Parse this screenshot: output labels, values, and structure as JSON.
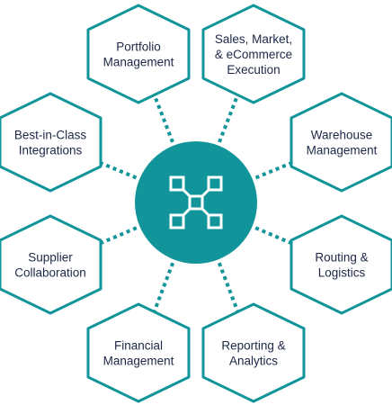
{
  "colors": {
    "accent": "#12959a",
    "text": "#1d2746",
    "background": "#ffffff",
    "icon": "#ffffff"
  },
  "hub": {
    "icon": "network-nodes-icon"
  },
  "nodes": [
    {
      "id": "portfolio-management",
      "lines": [
        "Portfolio",
        "Management"
      ]
    },
    {
      "id": "sales-market-ecommerce-execution",
      "lines": [
        "Sales, Market,",
        "& eCommerce",
        "Execution"
      ]
    },
    {
      "id": "warehouse-management",
      "lines": [
        "Warehouse",
        "Management"
      ]
    },
    {
      "id": "routing-logistics",
      "lines": [
        "Routing &",
        "Logistics"
      ]
    },
    {
      "id": "reporting-analytics",
      "lines": [
        "Reporting &",
        "Analytics"
      ]
    },
    {
      "id": "financial-management",
      "lines": [
        "Financial",
        "Management"
      ]
    },
    {
      "id": "supplier-collaboration",
      "lines": [
        "Supplier",
        "Collaboration"
      ]
    },
    {
      "id": "best-in-class-integrations",
      "lines": [
        "Best-in-Class",
        "Integrations"
      ]
    }
  ]
}
